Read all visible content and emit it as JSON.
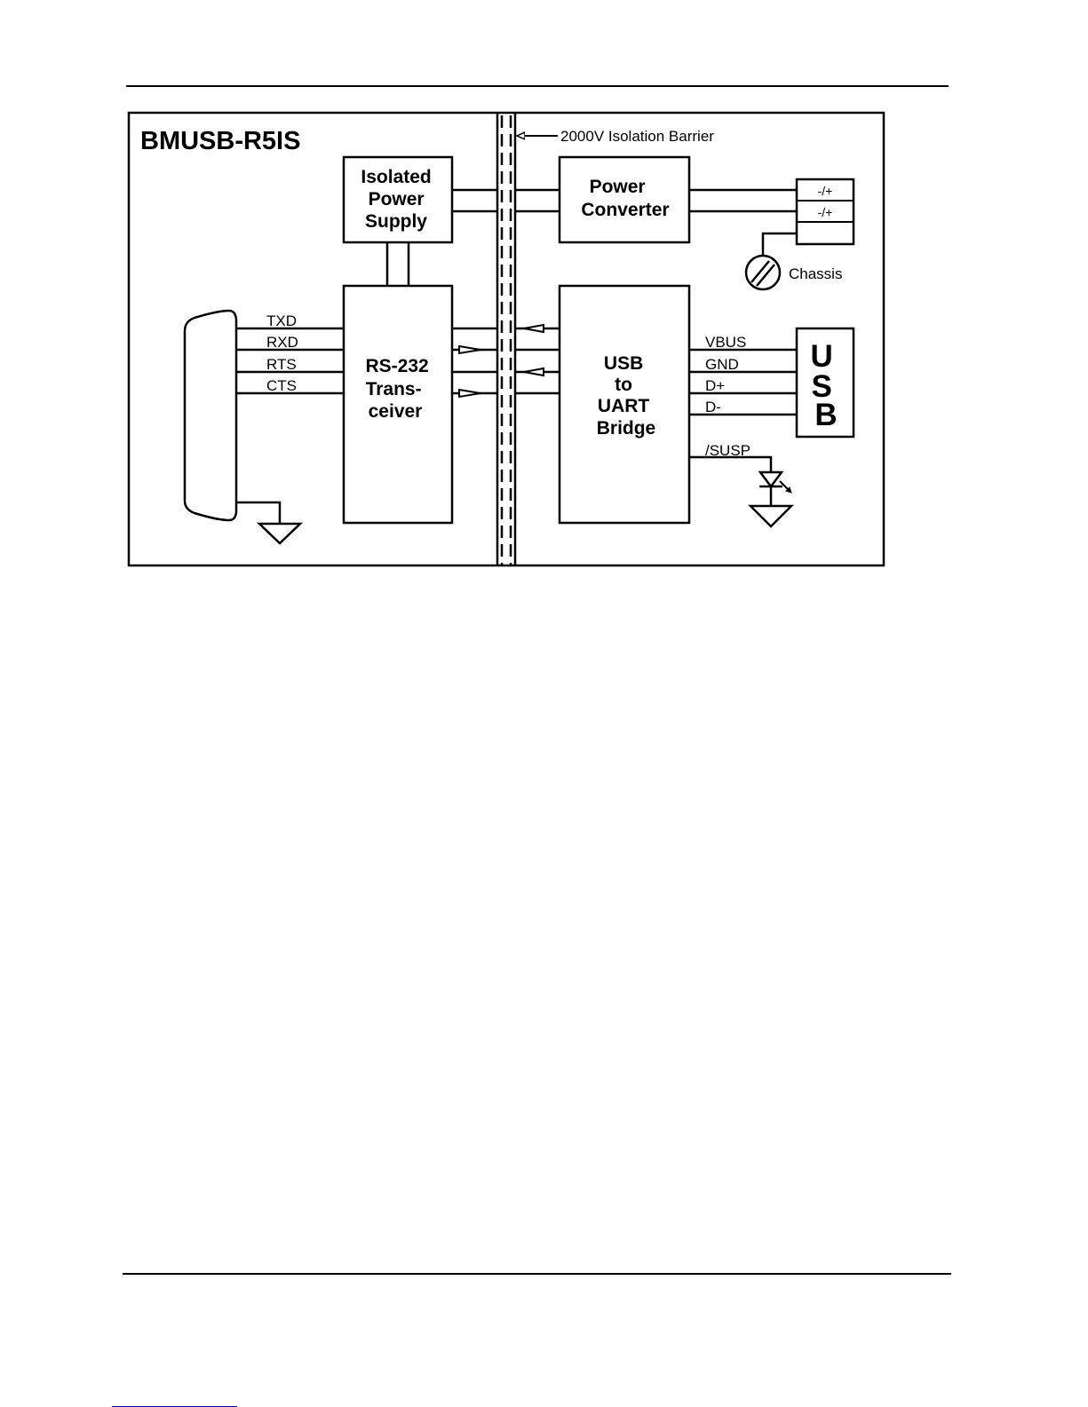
{
  "diagram": {
    "title": "BMUSB-R5IS",
    "barrier_label": "2000V Isolation Barrier",
    "blocks": {
      "isolated_power_supply": [
        "Isolated",
        "Power",
        "Supply"
      ],
      "power_converter": [
        "Power",
        "Converter"
      ],
      "rs232_transceiver": [
        "RS-232",
        "Trans-",
        "ceiver"
      ],
      "usb_uart_bridge": [
        "USB",
        "to",
        "UART",
        "Bridge"
      ]
    },
    "terminals": [
      "-/+",
      "-/+"
    ],
    "chassis_label": "Chassis",
    "rs232_signals": [
      "TXD",
      "RXD",
      "RTS",
      "CTS"
    ],
    "usb_signals": [
      "VBUS",
      "GND",
      "D+",
      "D-"
    ],
    "susp_label": "/SUSP",
    "usb_connector_letters": [
      "U",
      "S",
      "B"
    ]
  }
}
